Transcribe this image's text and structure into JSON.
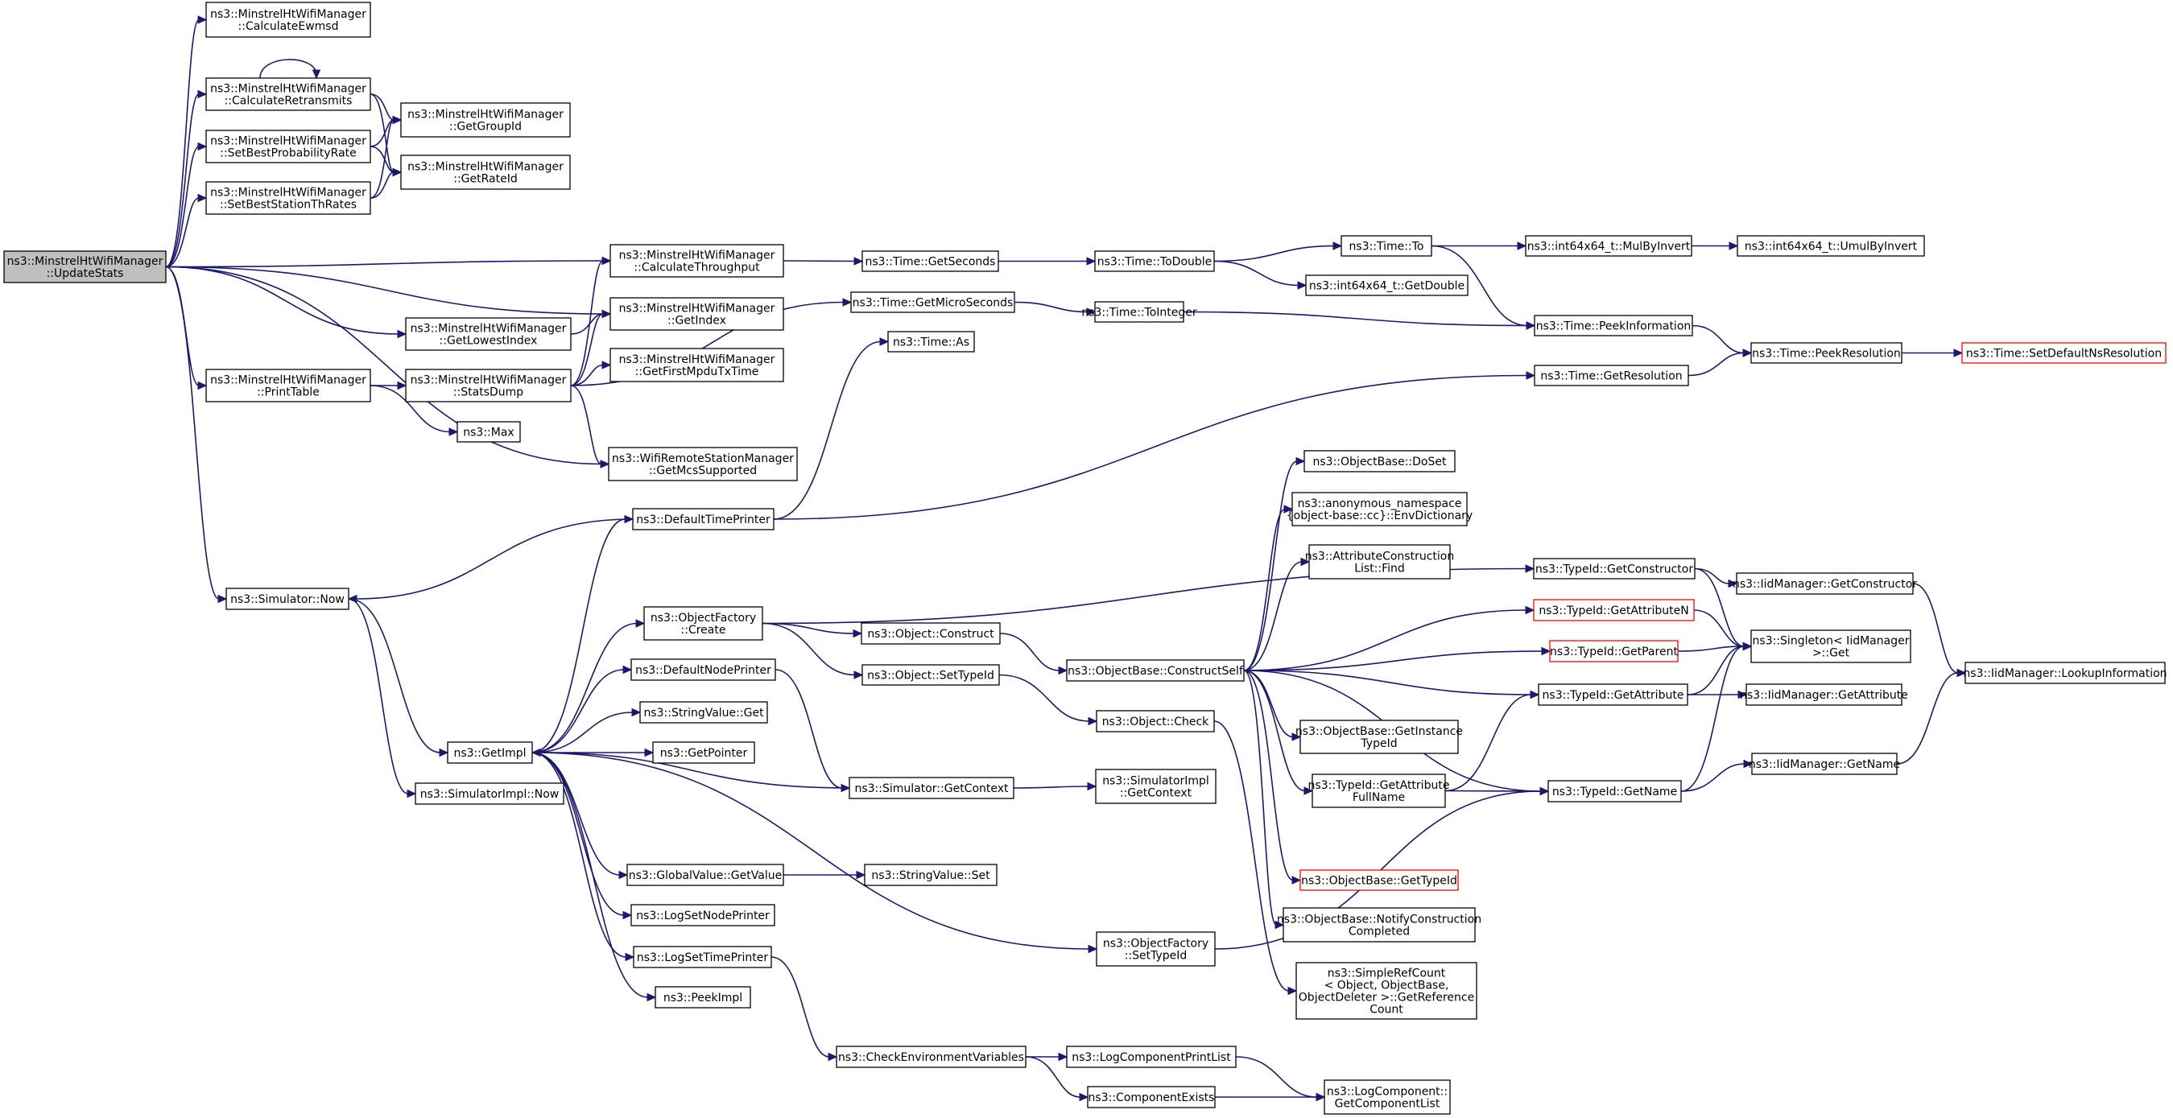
{
  "colors": {
    "edge": "#191970",
    "node_border": "#000000",
    "truncated_border": "#ff0000",
    "root_fill": "#bfbfbf",
    "node_fill": "#ffffff"
  },
  "nodes": [
    {
      "id": "calcEwmsd",
      "lines": [
        "ns3::MinstrelHtWifiManager",
        "::CalculateEwmsd"
      ]
    },
    {
      "id": "calcRetrans",
      "lines": [
        "ns3::MinstrelHtWifiManager",
        "::CalculateRetransmits"
      ]
    },
    {
      "id": "setBestProb",
      "lines": [
        "ns3::MinstrelHtWifiManager",
        "::SetBestProbabilityRate"
      ]
    },
    {
      "id": "setBestStation",
      "lines": [
        "ns3::MinstrelHtWifiManager",
        "::SetBestStationThRates"
      ]
    },
    {
      "id": "getGroupId",
      "lines": [
        "ns3::MinstrelHtWifiManager",
        "::GetGroupId"
      ]
    },
    {
      "id": "getRateId",
      "lines": [
        "ns3::MinstrelHtWifiManager",
        "::GetRateId"
      ]
    },
    {
      "id": "updateStats",
      "lines": [
        "ns3::MinstrelHtWifiManager",
        "::UpdateStats"
      ],
      "root": true
    },
    {
      "id": "calcThroughput",
      "lines": [
        "ns3::MinstrelHtWifiManager",
        "::CalculateThroughput"
      ]
    },
    {
      "id": "getIndex",
      "lines": [
        "ns3::MinstrelHtWifiManager",
        "::GetIndex"
      ]
    },
    {
      "id": "getLowestIndex",
      "lines": [
        "ns3::MinstrelHtWifiManager",
        "::GetLowestIndex"
      ]
    },
    {
      "id": "printTable",
      "lines": [
        "ns3::MinstrelHtWifiManager",
        "::PrintTable"
      ]
    },
    {
      "id": "statsDump",
      "lines": [
        "ns3::MinstrelHtWifiManager",
        "::StatsDump"
      ]
    },
    {
      "id": "getFirstMpdu",
      "lines": [
        "ns3::MinstrelHtWifiManager",
        "::GetFirstMpduTxTime"
      ]
    },
    {
      "id": "max",
      "lines": [
        "ns3::Max"
      ]
    },
    {
      "id": "getMcsSupported",
      "lines": [
        "ns3::WifiRemoteStationManager",
        "::GetMcsSupported"
      ]
    },
    {
      "id": "timeGetSeconds",
      "lines": [
        "ns3::Time::GetSeconds"
      ]
    },
    {
      "id": "timeToDouble",
      "lines": [
        "ns3::Time::ToDouble"
      ]
    },
    {
      "id": "timeTo",
      "lines": [
        "ns3::Time::To"
      ]
    },
    {
      "id": "mulByInvert",
      "lines": [
        "ns3::int64x64_t::MulByInvert"
      ]
    },
    {
      "id": "umulByInvert",
      "lines": [
        "ns3::int64x64_t::UmulByInvert"
      ]
    },
    {
      "id": "int64GetDouble",
      "lines": [
        "ns3::int64x64_t::GetDouble"
      ]
    },
    {
      "id": "timeGetMicro",
      "lines": [
        "ns3::Time::GetMicroSeconds"
      ]
    },
    {
      "id": "timeToInteger",
      "lines": [
        "ns3::Time::ToInteger"
      ]
    },
    {
      "id": "timeAs",
      "lines": [
        "ns3::Time::As"
      ]
    },
    {
      "id": "peekInformation",
      "lines": [
        "ns3::Time::PeekInformation"
      ]
    },
    {
      "id": "peekResolution",
      "lines": [
        "ns3::Time::PeekResolution"
      ]
    },
    {
      "id": "setDefaultNsRes",
      "lines": [
        "ns3::Time::SetDefaultNsResolution"
      ],
      "trunc": true
    },
    {
      "id": "timeGetResolution",
      "lines": [
        "ns3::Time::GetResolution"
      ]
    },
    {
      "id": "defaultTimePrinter",
      "lines": [
        "ns3::DefaultTimePrinter"
      ]
    },
    {
      "id": "simulatorNow",
      "lines": [
        "ns3::Simulator::Now"
      ]
    },
    {
      "id": "getImpl",
      "lines": [
        "ns3::GetImpl"
      ]
    },
    {
      "id": "simImplNow",
      "lines": [
        "ns3::SimulatorImpl::Now"
      ]
    },
    {
      "id": "objFactoryCreate",
      "lines": [
        "ns3::ObjectFactory",
        "::Create"
      ]
    },
    {
      "id": "defaultNodePrinter",
      "lines": [
        "ns3::DefaultNodePrinter"
      ]
    },
    {
      "id": "stringValueGet",
      "lines": [
        "ns3::StringValue::Get"
      ]
    },
    {
      "id": "getPointer",
      "lines": [
        "ns3::GetPointer"
      ]
    },
    {
      "id": "objConstruct",
      "lines": [
        "ns3::Object::Construct"
      ]
    },
    {
      "id": "objSetTypeId",
      "lines": [
        "ns3::Object::SetTypeId"
      ]
    },
    {
      "id": "simGetContext",
      "lines": [
        "ns3::Simulator::GetContext"
      ]
    },
    {
      "id": "globalValueGet",
      "lines": [
        "ns3::GlobalValue::GetValue"
      ]
    },
    {
      "id": "stringValueSet",
      "lines": [
        "ns3::StringValue::Set"
      ]
    },
    {
      "id": "logSetNodePrinter",
      "lines": [
        "ns3::LogSetNodePrinter"
      ]
    },
    {
      "id": "logSetTimePrinter",
      "lines": [
        "ns3::LogSetTimePrinter"
      ]
    },
    {
      "id": "peekImpl",
      "lines": [
        "ns3::PeekImpl"
      ]
    },
    {
      "id": "checkEnvVars",
      "lines": [
        "ns3::CheckEnvironmentVariables"
      ]
    },
    {
      "id": "logCompPrintList",
      "lines": [
        "ns3::LogComponentPrintList"
      ]
    },
    {
      "id": "componentExists",
      "lines": [
        "ns3::ComponentExists"
      ]
    },
    {
      "id": "logCompGetList",
      "lines": [
        "ns3::LogComponent::",
        "GetComponentList"
      ]
    },
    {
      "id": "objBaseConstructSelf",
      "lines": [
        "ns3::ObjectBase::ConstructSelf"
      ]
    },
    {
      "id": "objCheck",
      "lines": [
        "ns3::Object::Check"
      ]
    },
    {
      "id": "simImplGetContext",
      "lines": [
        "ns3::SimulatorImpl",
        "::GetContext"
      ]
    },
    {
      "id": "objFactorySetTypeId",
      "lines": [
        "ns3::ObjectFactory",
        "::SetTypeId"
      ]
    },
    {
      "id": "objBaseDoSet",
      "lines": [
        "ns3::ObjectBase::DoSet"
      ]
    },
    {
      "id": "envDictionary",
      "lines": [
        "ns3::anonymous_namespace",
        "{object-base::cc}::EnvDictionary"
      ]
    },
    {
      "id": "attrConstrFind",
      "lines": [
        "ns3::AttributeConstruction",
        "List::Find"
      ]
    },
    {
      "id": "objBaseGetInstTypeId",
      "lines": [
        "ns3::ObjectBase::GetInstance",
        "TypeId"
      ]
    },
    {
      "id": "typeIdGetAttrFullName",
      "lines": [
        "ns3::TypeId::GetAttribute",
        "FullName"
      ]
    },
    {
      "id": "objBaseGetTypeId",
      "lines": [
        "ns3::ObjectBase::GetTypeId"
      ],
      "trunc": true
    },
    {
      "id": "objBaseNotify",
      "lines": [
        "ns3::ObjectBase::NotifyConstruction",
        "Completed"
      ]
    },
    {
      "id": "simpleRefCount",
      "lines": [
        "ns3::SimpleRefCount",
        "< Object, ObjectBase,",
        "ObjectDeleter >::GetReference",
        "Count"
      ]
    },
    {
      "id": "typeIdGetConstructor",
      "lines": [
        "ns3::TypeId::GetConstructor"
      ]
    },
    {
      "id": "typeIdGetAttrN",
      "lines": [
        "ns3::TypeId::GetAttributeN"
      ],
      "trunc": true
    },
    {
      "id": "typeIdGetParent",
      "lines": [
        "ns3::TypeId::GetParent"
      ],
      "trunc": true
    },
    {
      "id": "typeIdGetAttribute",
      "lines": [
        "ns3::TypeId::GetAttribute"
      ]
    },
    {
      "id": "typeIdGetName",
      "lines": [
        "ns3::TypeId::GetName"
      ]
    },
    {
      "id": "iidGetConstructor",
      "lines": [
        "ns3::IidManager::GetConstructor"
      ]
    },
    {
      "id": "singletonGet",
      "lines": [
        "ns3::Singleton< IidManager",
        ">::Get"
      ]
    },
    {
      "id": "iidGetAttribute",
      "lines": [
        "ns3::IidManager::GetAttribute"
      ]
    },
    {
      "id": "iidGetName",
      "lines": [
        "ns3::IidManager::GetName"
      ]
    },
    {
      "id": "iidLookupInfo",
      "lines": [
        "ns3::IidManager::LookupInformation"
      ]
    }
  ],
  "edges": [
    [
      "updateStats",
      "calcEwmsd"
    ],
    [
      "updateStats",
      "calcRetrans"
    ],
    [
      "updateStats",
      "setBestProb"
    ],
    [
      "updateStats",
      "setBestStation"
    ],
    [
      "updateStats",
      "calcThroughput"
    ],
    [
      "updateStats",
      "getIndex"
    ],
    [
      "updateStats",
      "getLowestIndex"
    ],
    [
      "updateStats",
      "printTable"
    ],
    [
      "updateStats",
      "getMcsSupported"
    ],
    [
      "updateStats",
      "simulatorNow"
    ],
    [
      "calcRetrans",
      "calcRetrans"
    ],
    [
      "calcRetrans",
      "getGroupId"
    ],
    [
      "calcRetrans",
      "getRateId"
    ],
    [
      "setBestProb",
      "getGroupId"
    ],
    [
      "setBestProb",
      "getRateId"
    ],
    [
      "setBestStation",
      "getGroupId"
    ],
    [
      "setBestStation",
      "getRateId"
    ],
    [
      "calcThroughput",
      "timeGetSeconds"
    ],
    [
      "getLowestIndex",
      "getIndex"
    ],
    [
      "printTable",
      "statsDump"
    ],
    [
      "printTable",
      "max"
    ],
    [
      "statsDump",
      "calcThroughput"
    ],
    [
      "statsDump",
      "getIndex"
    ],
    [
      "statsDump",
      "getFirstMpdu"
    ],
    [
      "statsDump",
      "getMcsSupported"
    ],
    [
      "statsDump",
      "timeGetMicro"
    ],
    [
      "timeGetSeconds",
      "timeToDouble"
    ],
    [
      "timeToDouble",
      "timeTo"
    ],
    [
      "timeToDouble",
      "int64GetDouble"
    ],
    [
      "timeTo",
      "mulByInvert"
    ],
    [
      "timeTo",
      "peekInformation"
    ],
    [
      "mulByInvert",
      "umulByInvert"
    ],
    [
      "timeGetMicro",
      "timeToInteger"
    ],
    [
      "timeToInteger",
      "peekInformation"
    ],
    [
      "peekInformation",
      "peekResolution"
    ],
    [
      "peekResolution",
      "setDefaultNsRes"
    ],
    [
      "timeGetResolution",
      "peekResolution"
    ],
    [
      "defaultTimePrinter",
      "timeAs"
    ],
    [
      "defaultTimePrinter",
      "timeGetResolution"
    ],
    [
      "defaultTimePrinter",
      "simulatorNow"
    ],
    [
      "simulatorNow",
      "getImpl"
    ],
    [
      "simulatorNow",
      "simImplNow"
    ],
    [
      "getImpl",
      "defaultTimePrinter"
    ],
    [
      "getImpl",
      "objFactoryCreate"
    ],
    [
      "getImpl",
      "defaultNodePrinter"
    ],
    [
      "getImpl",
      "stringValueGet"
    ],
    [
      "getImpl",
      "getPointer"
    ],
    [
      "getImpl",
      "globalValueGet"
    ],
    [
      "getImpl",
      "logSetNodePrinter"
    ],
    [
      "getImpl",
      "logSetTimePrinter"
    ],
    [
      "getImpl",
      "peekImpl"
    ],
    [
      "getImpl",
      "objFactorySetTypeId"
    ],
    [
      "simGetContext",
      "getImpl"
    ],
    [
      "objFactoryCreate",
      "objConstruct"
    ],
    [
      "objFactoryCreate",
      "objSetTypeId"
    ],
    [
      "objFactoryCreate",
      "typeIdGetConstructor"
    ],
    [
      "defaultNodePrinter",
      "simGetContext"
    ],
    [
      "simGetContext",
      "simImplGetContext"
    ],
    [
      "globalValueGet",
      "stringValueSet"
    ],
    [
      "logSetTimePrinter",
      "checkEnvVars"
    ],
    [
      "checkEnvVars",
      "logCompPrintList"
    ],
    [
      "checkEnvVars",
      "componentExists"
    ],
    [
      "logCompPrintList",
      "logCompGetList"
    ],
    [
      "componentExists",
      "logCompGetList"
    ],
    [
      "objConstruct",
      "objBaseConstructSelf"
    ],
    [
      "objSetTypeId",
      "objCheck"
    ],
    [
      "objCheck",
      "simpleRefCount"
    ],
    [
      "objBaseConstructSelf",
      "objBaseDoSet"
    ],
    [
      "objBaseConstructSelf",
      "envDictionary"
    ],
    [
      "objBaseConstructSelf",
      "attrConstrFind"
    ],
    [
      "objBaseConstructSelf",
      "typeIdGetAttrN"
    ],
    [
      "objBaseConstructSelf",
      "typeIdGetParent"
    ],
    [
      "objBaseConstructSelf",
      "typeIdGetAttribute"
    ],
    [
      "objBaseConstructSelf",
      "objBaseGetInstTypeId"
    ],
    [
      "objBaseConstructSelf",
      "typeIdGetAttrFullName"
    ],
    [
      "objBaseConstructSelf",
      "typeIdGetName"
    ],
    [
      "objBaseConstructSelf",
      "objBaseGetTypeId"
    ],
    [
      "objBaseConstructSelf",
      "objBaseNotify"
    ],
    [
      "objFactorySetTypeId",
      "typeIdGetName"
    ],
    [
      "typeIdGetAttrFullName",
      "typeIdGetAttribute"
    ],
    [
      "typeIdGetAttrFullName",
      "typeIdGetName"
    ],
    [
      "typeIdGetConstructor",
      "iidGetConstructor"
    ],
    [
      "typeIdGetConstructor",
      "singletonGet"
    ],
    [
      "typeIdGetAttrN",
      "singletonGet"
    ],
    [
      "typeIdGetParent",
      "singletonGet"
    ],
    [
      "typeIdGetAttribute",
      "singletonGet"
    ],
    [
      "typeIdGetAttribute",
      "iidGetAttribute"
    ],
    [
      "typeIdGetName",
      "singletonGet"
    ],
    [
      "typeIdGetName",
      "iidGetName"
    ],
    [
      "iidGetConstructor",
      "iidLookupInfo"
    ],
    [
      "iidGetName",
      "iidLookupInfo"
    ]
  ]
}
